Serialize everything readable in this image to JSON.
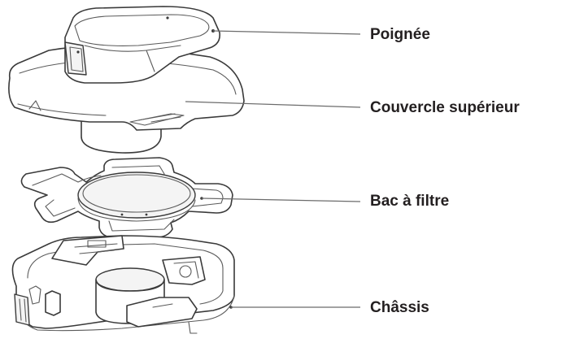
{
  "labels": {
    "handle": "Poignée",
    "top_cover": "Couvercle supérieur",
    "filter_tray": "Bac à filtre",
    "chassis": "Châssis"
  },
  "colors": {
    "text": "#231f20",
    "line": "#3a3a3a",
    "background": "#ffffff"
  }
}
